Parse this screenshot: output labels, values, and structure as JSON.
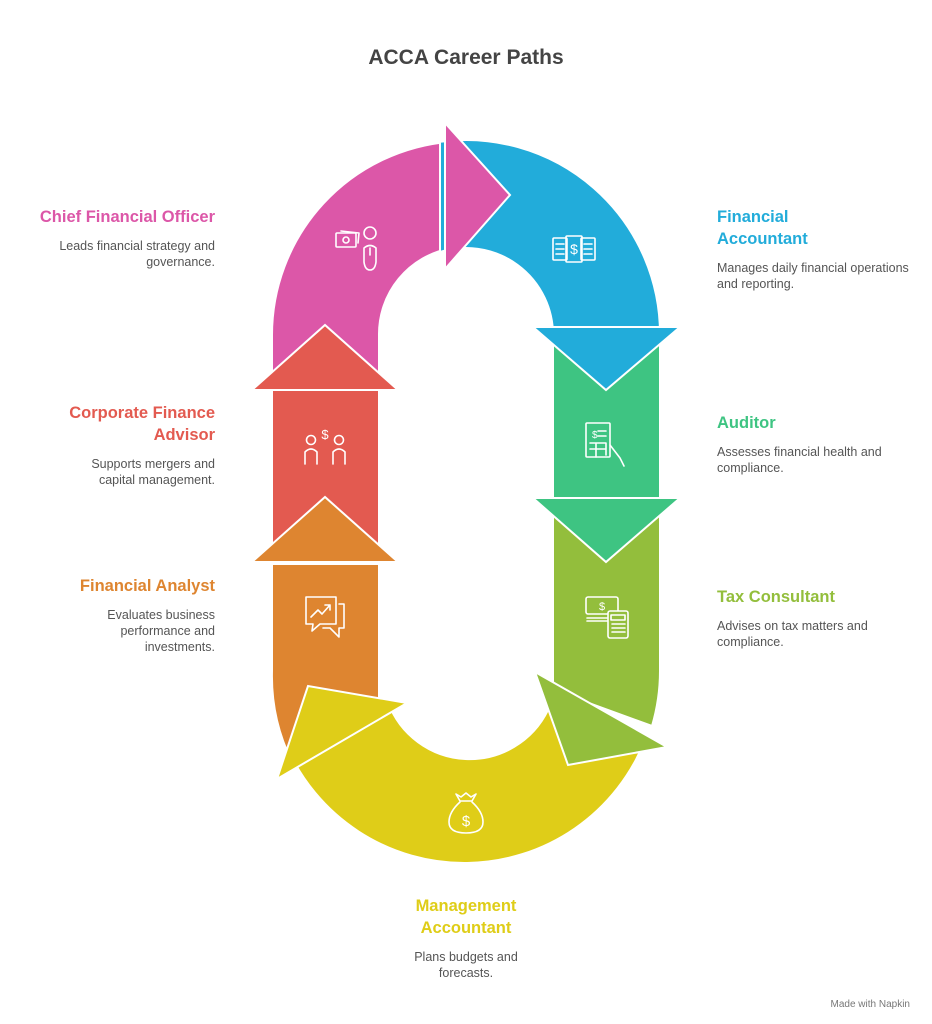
{
  "title": "ACCA Career Paths",
  "steps": [
    {
      "title": "Chief Financial Officer",
      "description": "Leads financial strategy and governance.",
      "icon": "money-person-icon",
      "color": "#DC57A8"
    },
    {
      "title": "Financial Accountant",
      "description": "Manages daily financial operations and reporting.",
      "icon": "cash-stack-icon",
      "color": "#22ACDA"
    },
    {
      "title": "Auditor",
      "description": "Assesses financial health and compliance.",
      "icon": "invoice-hand-icon",
      "color": "#3EC482"
    },
    {
      "title": "Tax Consultant",
      "description": "Advises on tax matters and compliance.",
      "icon": "cash-calculator-icon",
      "color": "#93BE3C"
    },
    {
      "title": "Management Accountant",
      "description": "Plans budgets and forecasts.",
      "icon": "money-bag-icon",
      "color": "#DFCD18"
    },
    {
      "title": "Financial Analyst",
      "description": "Evaluates business performance and investments.",
      "icon": "chart-chat-icon",
      "color": "#DE8530"
    },
    {
      "title": "Corporate Finance Advisor",
      "description": "Supports mergers and capital management.",
      "icon": "people-dollar-icon",
      "color": "#E35A50"
    }
  ],
  "footer": "Made with Napkin"
}
